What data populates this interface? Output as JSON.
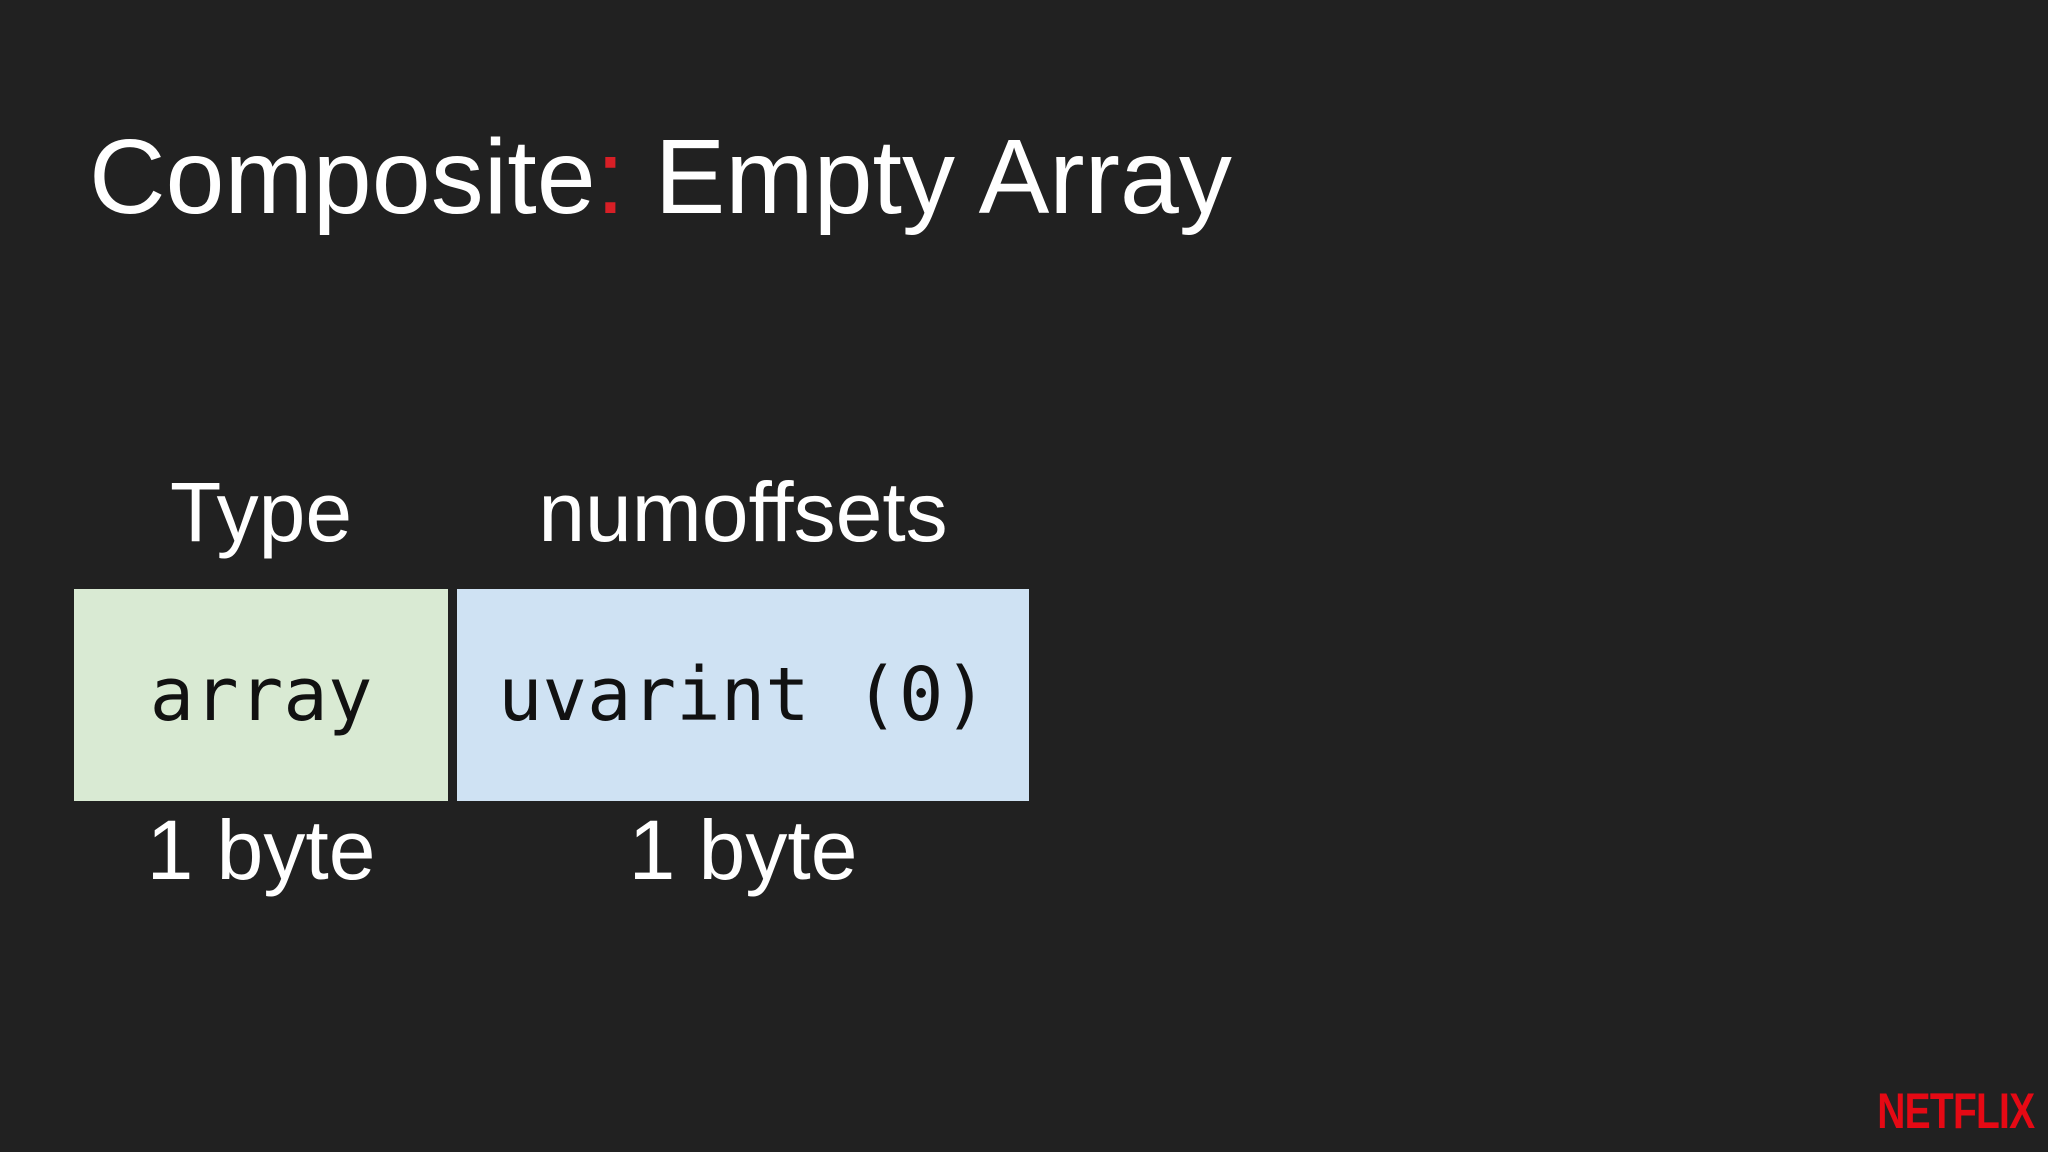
{
  "slide": {
    "title_main": "Composite",
    "title_sep": ":",
    "title_rest": " Empty Array",
    "accent_color": "#d81f26",
    "background_color": "#212121"
  },
  "fields": [
    {
      "label": "Type",
      "value": "array",
      "size": "1 byte",
      "color": "#d9ead3"
    },
    {
      "label": "numoffsets",
      "value": "uvarint (0)",
      "size": "1 byte",
      "color": "#cfe2f3"
    }
  ],
  "logo": {
    "text": "NETFLIX",
    "color": "#e50914"
  }
}
